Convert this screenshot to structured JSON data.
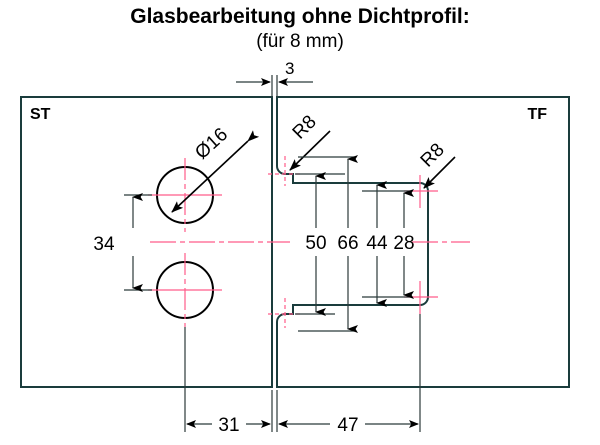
{
  "title": {
    "main": "Glasbearbeitung ohne Dichtprofil:",
    "sub": "(für 8 mm)"
  },
  "panels": {
    "left_label": "ST",
    "right_label": "TF"
  },
  "dimensions": {
    "gap": "3",
    "hole_diameter": "Ø16",
    "hole_spacing": "34",
    "left_width": "31",
    "right_width": "47",
    "radius_top": "R8",
    "radius_right": "R8",
    "vertical_stack": [
      "50",
      "66",
      "44",
      "28"
    ]
  },
  "colors": {
    "glass_top": "#f4fdfd",
    "glass_bottom": "#7ef5f5",
    "outline": "#1a3c3c",
    "centerline": "#ff5c8a",
    "dimension": "#2b3a3a",
    "text": "#000000"
  }
}
